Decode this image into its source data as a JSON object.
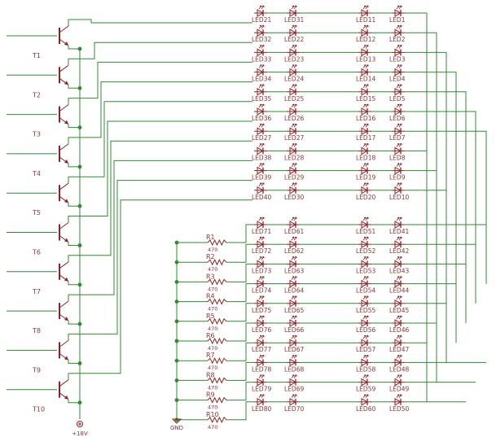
{
  "transistor_labels": [
    "T1",
    "T2",
    "T3",
    "T4",
    "T5",
    "T6",
    "T7",
    "T8",
    "T9",
    "T10"
  ],
  "resistor_names": [
    "R1",
    "R2",
    "R3",
    "R4",
    "R5",
    "R6",
    "R7",
    "R8",
    "R9",
    "R10"
  ],
  "resistor_value": "470",
  "supply_label": "+18V",
  "ground_label": "GND",
  "led_upper": [
    [
      "LED21",
      "LED31",
      "LED11",
      "LED1"
    ],
    [
      "LED32",
      "LED22",
      "LED12",
      "LED2"
    ],
    [
      "LED33",
      "LED23",
      "LED13",
      "LED3"
    ],
    [
      "LED34",
      "LED24",
      "LED14",
      "LED4"
    ],
    [
      "LED35",
      "LED25",
      "LED15",
      "LED5"
    ],
    [
      "LED36",
      "LED26",
      "LED16",
      "LED6"
    ],
    [
      "LED27",
      "LED27",
      "LED17",
      "LED7"
    ],
    [
      "LED38",
      "LED28",
      "LED18",
      "LED8"
    ],
    [
      "LED39",
      "LED29",
      "LED19",
      "LED9"
    ],
    [
      "LED40",
      "LED30",
      "LED20",
      "LED10"
    ]
  ],
  "led_lower": [
    [
      "LED71",
      "LED61",
      "LED51",
      "LED41"
    ],
    [
      "LED72",
      "LED62",
      "LED52",
      "LED42"
    ],
    [
      "LED73",
      "LED63",
      "LED53",
      "LED43"
    ],
    [
      "LED74",
      "LED64",
      "LED54",
      "LED44"
    ],
    [
      "LED75",
      "LED65",
      "LED55",
      "LED45"
    ],
    [
      "LED76",
      "LED66",
      "LED56",
      "LED46"
    ],
    [
      "LED77",
      "LED67",
      "LED57",
      "LED47"
    ],
    [
      "LED78",
      "LED68",
      "LED58",
      "LED48"
    ],
    [
      "LED79",
      "LED69",
      "LED59",
      "LED49"
    ],
    [
      "LED80",
      "LED70",
      "LED60",
      "LED50"
    ]
  ],
  "colors": {
    "wire": "#2e8b2e",
    "component": "#8a2424",
    "label": "#8a3434"
  }
}
